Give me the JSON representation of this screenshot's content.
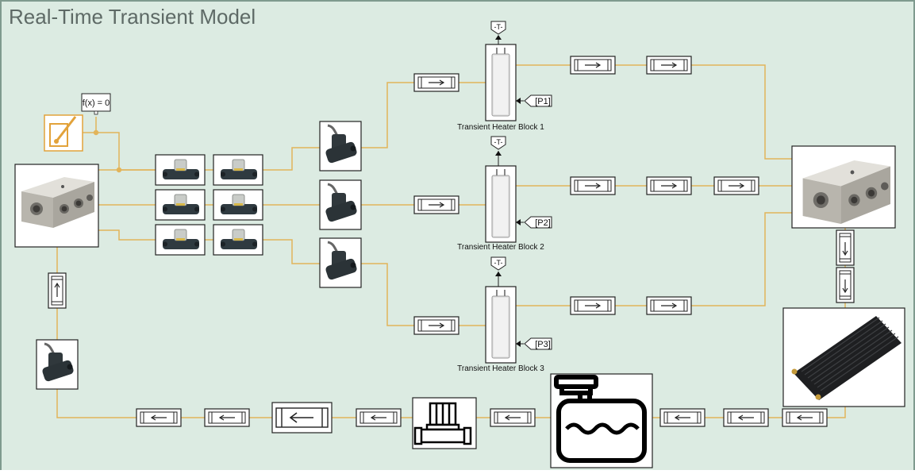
{
  "title": "Real-Time Transient Model",
  "colors": {
    "background": "#dcebe2",
    "line": "#e2b45a",
    "frame": "#7f9a8e",
    "block_stroke": "#222222"
  },
  "fx_label": "f(x) = 0",
  "heaters": [
    {
      "label": "Transient Heater Block 1",
      "tag": "-T-",
      "port": "[P1]"
    },
    {
      "label": "Transient Heater Block 2",
      "tag": "-T-",
      "port": "[P2]"
    },
    {
      "label": "Transient Heater Block 3",
      "tag": "-T-",
      "port": "[P3]"
    }
  ],
  "icons": [
    "solver-config-icon",
    "manifold-icon",
    "valve-icon",
    "flow-sensor-icon",
    "pipe-icon",
    "pump-icon",
    "reservoir-icon",
    "radiator-icon",
    "goto-tag-icon",
    "from-tag-icon"
  ]
}
